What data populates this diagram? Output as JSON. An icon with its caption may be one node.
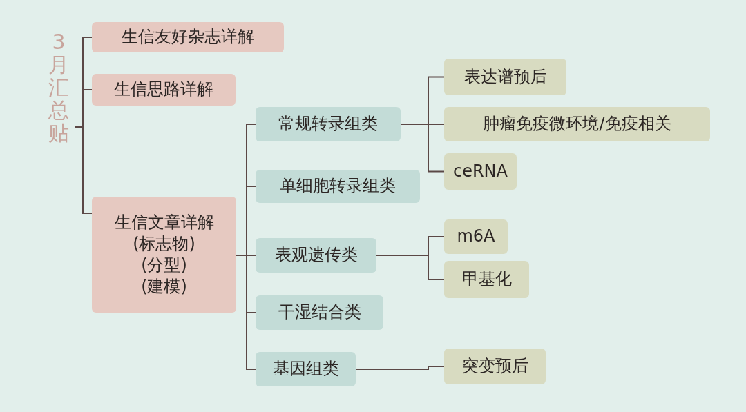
{
  "diagram": {
    "nodes": [
      {
        "text": [
          "3月汇总贴"
        ]
      },
      {
        "text": [
          "生信友好杂志详解"
        ]
      },
      {
        "text": [
          "生信思路详解"
        ]
      },
      {
        "text": [
          "生信文章详解",
          "(标志物)",
          "(分型)",
          "(建模)"
        ]
      },
      {
        "text": [
          "常规转录组类"
        ]
      },
      {
        "text": [
          "单细胞转录组类"
        ]
      },
      {
        "text": [
          "表观遗传类"
        ]
      },
      {
        "text": [
          "干湿结合类"
        ]
      },
      {
        "text": [
          "基因组类"
        ]
      },
      {
        "text": [
          "表达谱预后"
        ]
      },
      {
        "text": [
          "肿瘤免疫微环境/免疫相关"
        ]
      },
      {
        "text": [
          "ceRNA"
        ]
      },
      {
        "text": [
          "m6A"
        ]
      },
      {
        "text": [
          "甲基化"
        ]
      },
      {
        "text": [
          "突变预后"
        ]
      }
    ],
    "edges": [
      {
        "from": 0,
        "to": 1,
        "arrow": "none"
      },
      {
        "from": 0,
        "to": 2,
        "arrow": "none"
      },
      {
        "from": 0,
        "to": 3,
        "arrow": "none"
      },
      {
        "from": 3,
        "to": 4,
        "arrow": "none"
      },
      {
        "from": 3,
        "to": 5,
        "arrow": "none"
      },
      {
        "from": 3,
        "to": 6,
        "arrow": "none"
      },
      {
        "from": 3,
        "to": 7,
        "arrow": "none"
      },
      {
        "from": 3,
        "to": 8,
        "arrow": "none"
      },
      {
        "from": 4,
        "to": 9,
        "arrow": "none"
      },
      {
        "from": 4,
        "to": 10,
        "arrow": "none"
      },
      {
        "from": 4,
        "to": 11,
        "arrow": "none"
      },
      {
        "from": 6,
        "to": 12,
        "arrow": "none"
      },
      {
        "from": 6,
        "to": 13,
        "arrow": "none"
      },
      {
        "from": 8,
        "to": 14,
        "arrow": "none"
      }
    ]
  }
}
